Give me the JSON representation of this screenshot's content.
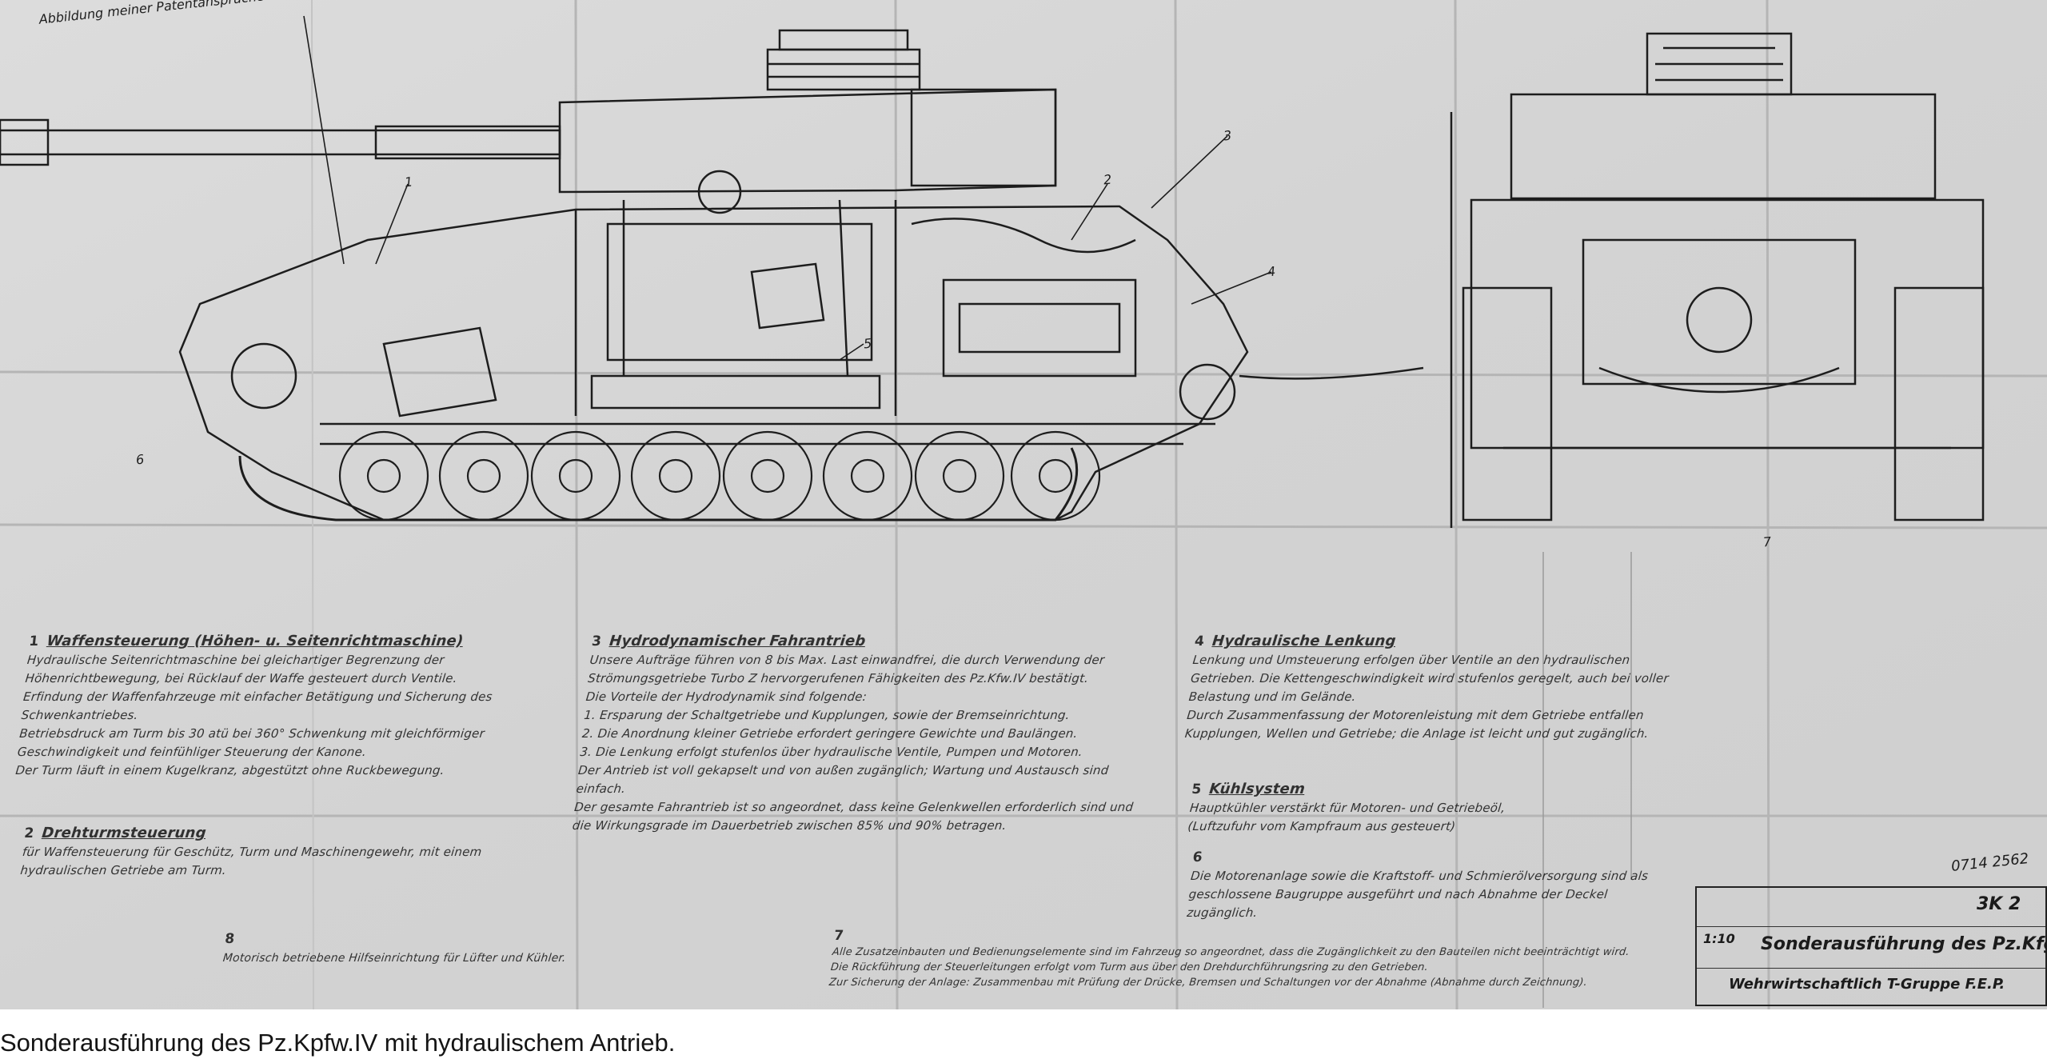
{
  "drawing": {
    "top_note": "Abbildung meiner Patentanspruche",
    "balloons": [
      "1",
      "2",
      "3",
      "4",
      "5",
      "6",
      "7"
    ],
    "sheet_number": "0714 2562",
    "notes": [
      {
        "number": "1",
        "heading": "Waffensteuerung (Höhen- u. Seitenrichtmaschine)",
        "text": "Hydraulische Seitenrichtmaschine bei gleichartiger Begrenzung der Höhenrichtbewegung, bei Rücklauf der Waffe gesteuert durch Ventile.\nErfindung der Waffenfahrzeuge mit einfacher Betätigung und Sicherung des Schwenkantriebes.\nBetriebsdruck am Turm bis 30 atü bei 360° Schwenkung mit gleichförmiger Geschwindigkeit und feinfühliger Steuerung der Kanone.\nDer Turm läuft in einem Kugelkranz, abgestützt ohne Ruckbewegung."
      },
      {
        "number": "2",
        "heading": "Drehturmsteuerung",
        "text": "für Waffensteuerung für Geschütz, Turm und Maschinengewehr, mit einem hydraulischen Getriebe am Turm."
      },
      {
        "number": "3",
        "heading": "Hydrodynamischer Fahrantrieb",
        "text": "Unsere Aufträge führen von 8 bis Max. Last einwandfrei, die durch Verwendung der Strömungsgetriebe Turbo Z hervorgerufenen Fähigkeiten des Pz.Kfw.IV bestätigt.\nDie Vorteile der Hydrodynamik sind folgende:\n1. Ersparung der Schaltgetriebe und Kupplungen, sowie der Bremseinrichtung.\n2. Die Anordnung kleiner Getriebe erfordert geringere Gewichte und Baulängen.\n3. Die Lenkung erfolgt stufenlos über hydraulische Ventile, Pumpen und Motoren.\nDer Antrieb ist voll gekapselt und von außen zugänglich; Wartung und Austausch sind einfach.\nDer gesamte Fahrantrieb ist so angeordnet, dass keine Gelenkwellen erforderlich sind und die Wirkungsgrade im Dauerbetrieb zwischen 85% und 90% betragen."
      },
      {
        "number": "4",
        "heading": "Hydraulische Lenkung",
        "text": "Lenkung und Umsteuerung erfolgen über Ventile an den hydraulischen Getrieben. Die Kettengeschwindigkeit wird stufenlos geregelt, auch bei voller Belastung und im Gelände.\nDurch Zusammenfassung der Motorenleistung mit dem Getriebe entfallen Kupplungen, Wellen und Getriebe; die Anlage ist leicht und gut zugänglich."
      },
      {
        "number": "5",
        "heading": "Kühlsystem",
        "text": "Hauptkühler verstärkt für Motoren- und Getriebeöl,\n(Luftzufuhr vom Kampfraum aus gesteuert)"
      },
      {
        "number": "6",
        "heading": "",
        "text": "Die Motorenanlage sowie die Kraftstoff- und Schmierölversorgung sind als geschlossene Baugruppe ausgeführt und nach Abnahme der Deckel zugänglich."
      },
      {
        "number": "7",
        "heading": "",
        "text": "Alle Zusatzeinbauten und Bedienungselemente sind im Fahrzeug so angeordnet, dass die Zugänglichkeit zu den Bauteilen nicht beeinträchtigt wird.\nDie Rückführung der Steuerleitungen erfolgt vom Turm aus über den Drehdurchführungsring zu den Getrieben.\nZur Sicherung der Anlage: Zusammenbau mit Prüfung der Drücke, Bremsen und Schaltungen vor der Abnahme (Abnahme durch Zeichnung)."
      },
      {
        "number": "8",
        "heading": "",
        "text": "Motorisch betriebene Hilfseinrichtung für Lüfter und Kühler."
      }
    ],
    "title_block": {
      "scale": "1:10",
      "sheet": "3K 2",
      "title": "Sonderausführung des Pz.Kfg.IV",
      "subtitle": "Wehrwirtschaftlich T-Gruppe F.E.P."
    }
  },
  "caption": "Sonderausführung des Pz.Kpfw.IV mit hydraulischem Antrieb."
}
